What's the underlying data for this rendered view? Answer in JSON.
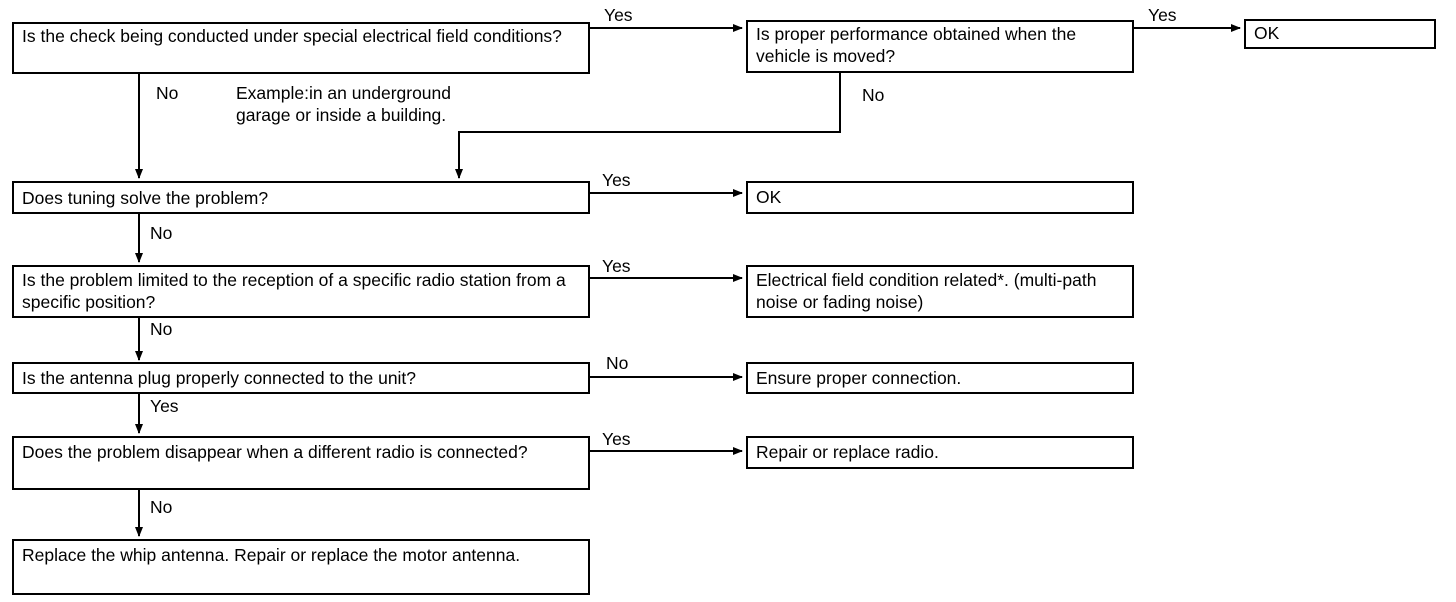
{
  "flowchart": {
    "q1": "Is the check being conducted under special electrical field conditions?",
    "q1_note_line1": "Example:in an underground",
    "q1_note_line2": "garage or inside a building.",
    "q2": "Is proper performance obtained when the vehicle is moved?",
    "ok1": "OK",
    "q3": "Does tuning solve the problem?",
    "ok2": "OK",
    "q4": "Is the problem limited to the reception of a specific radio station from a specific position?",
    "r4": "Electrical field condition related*. (multi-path noise or fading noise)",
    "q5": "Is the antenna plug properly connected to the unit?",
    "r5": "Ensure proper connection.",
    "q6": "Does the problem disappear when a different radio is connected?",
    "r6": "Repair or replace radio.",
    "final": "Replace the whip antenna. Repair or replace the motor antenna.",
    "yes": "Yes",
    "no": "No"
  }
}
